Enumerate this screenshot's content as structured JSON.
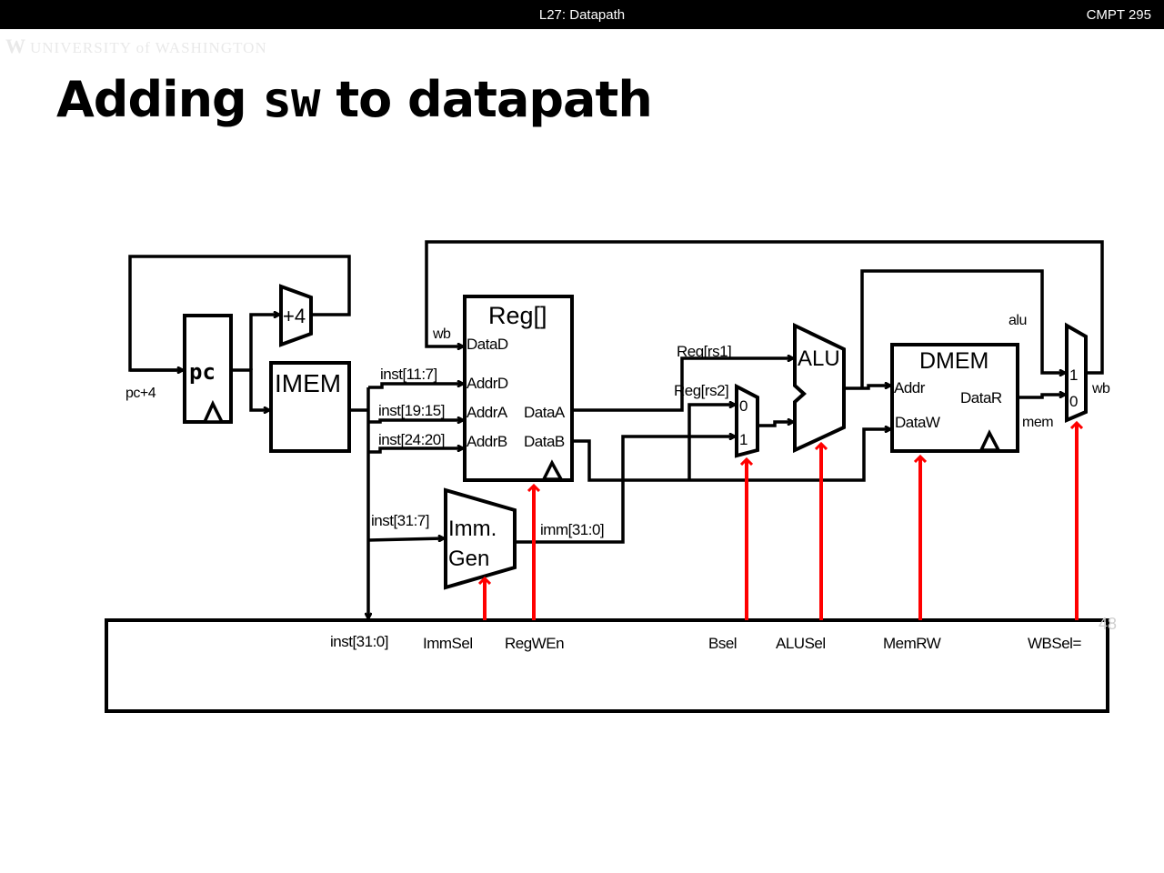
{
  "header": {
    "lecture": "L27: Datapath",
    "course": "CMPT 295"
  },
  "branding": {
    "university": "UNIVERSITY of WASHINGTON"
  },
  "slide": {
    "title_prefix": "Adding ",
    "title_code": "sw",
    "title_suffix": " to datapath",
    "number": "48"
  },
  "blocks": {
    "pc": "pc",
    "plus4": "+4",
    "imem": "IMEM",
    "reg": "Reg[]",
    "imm_line1": "Imm.",
    "imm_line2": "Gen",
    "alu": "ALU",
    "dmem": "DMEM",
    "bmux0": "0",
    "bmux1": "1",
    "wbmux1": "1",
    "wbmux0": "0"
  },
  "ports": {
    "dataD": "DataD",
    "addrD": "AddrD",
    "addrA": "AddrA",
    "addrB": "AddrB",
    "dataA": "DataA",
    "dataB": "DataB",
    "addr": "Addr",
    "dataR": "DataR",
    "dataW": "DataW"
  },
  "wires": {
    "pc4": "pc+4",
    "wb_in": "wb",
    "inst_11_7": "inst[11:7]",
    "inst_19_15": "inst[19:15]",
    "inst_24_20": "inst[24:20]",
    "inst_31_7": "inst[31:7]",
    "imm": "imm[31:0]",
    "reg_rs1": "Reg[rs1]",
    "reg_rs2": "Reg[rs2]",
    "alu": "alu",
    "mem": "mem",
    "wb_out": "wb"
  },
  "control": {
    "inst": "inst[31:0]",
    "immsel": "ImmSel",
    "regwen": "RegWEn",
    "bsel": "Bsel",
    "alusel": "ALUSel",
    "memrw": "MemRW",
    "wbsel": "WBSel="
  },
  "colors": {
    "control_signal": "#ff0000",
    "wire": "#000000"
  }
}
